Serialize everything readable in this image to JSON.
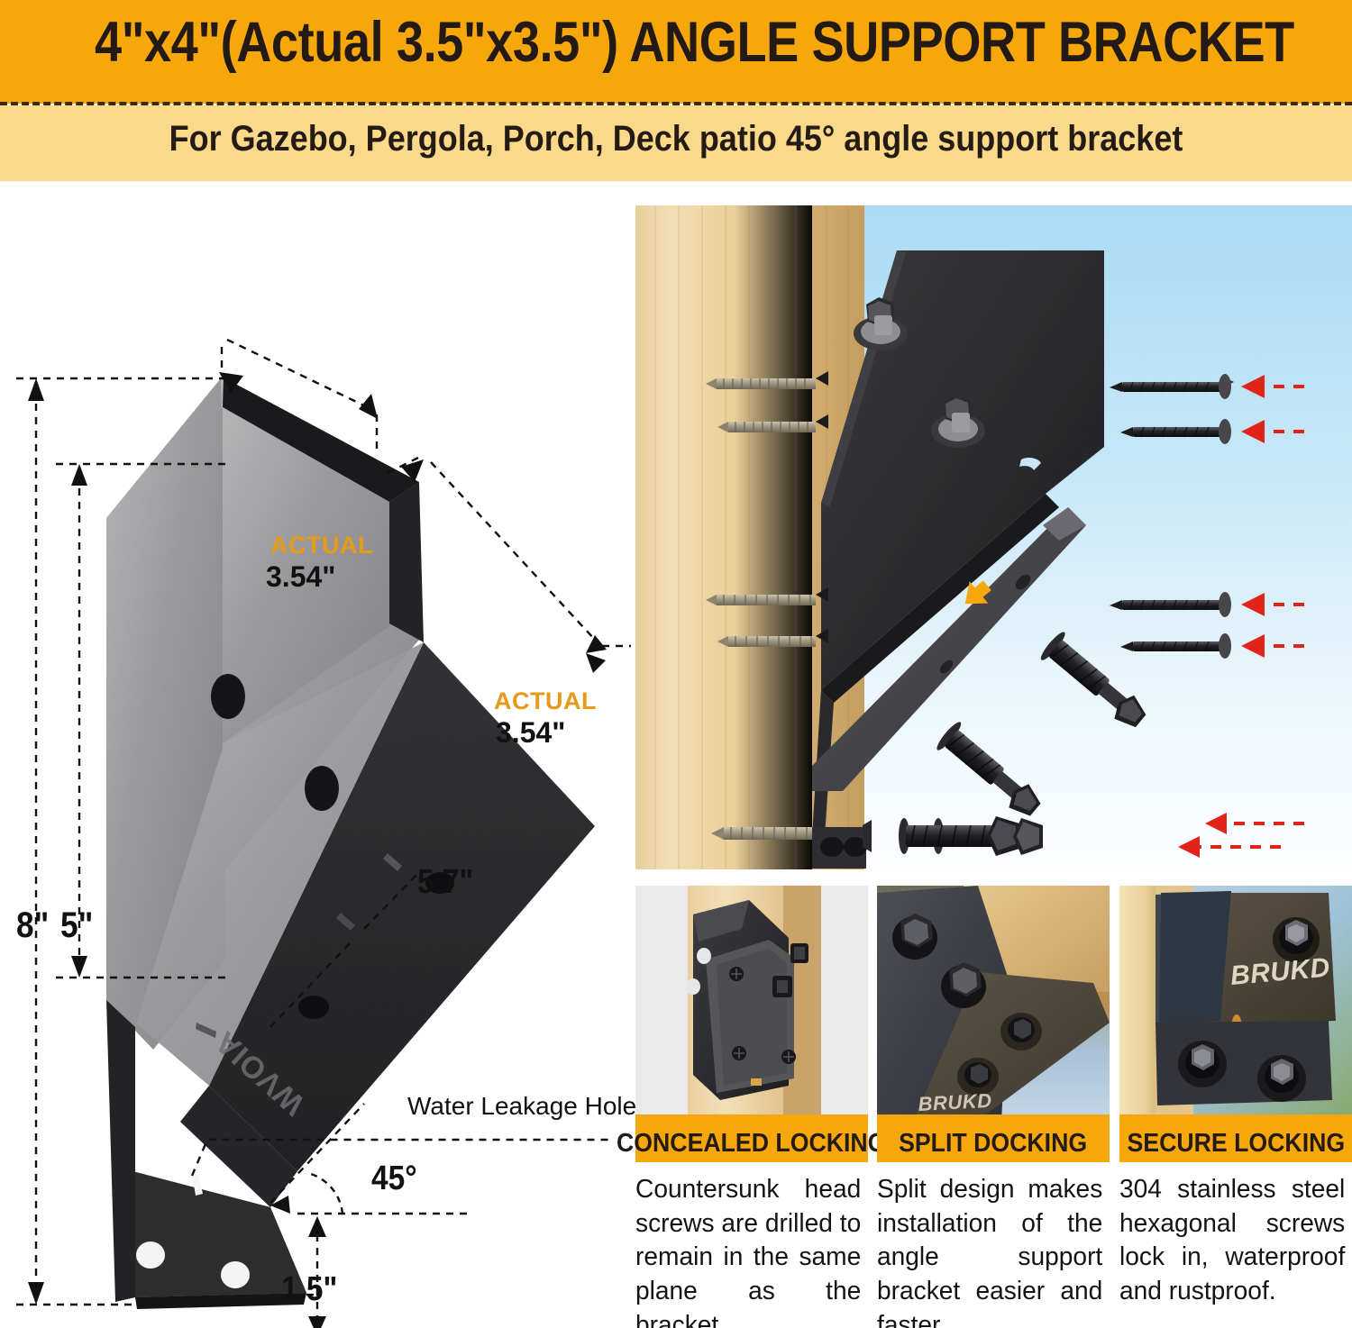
{
  "header": {
    "title": "4\"x4\"(Actual 3.5\"x3.5\") ANGLE SUPPORT BRACKET",
    "subtitle": "For Gazebo, Pergola, Porch, Deck patio 45° angle support bracket",
    "band_color": "#F5A70B",
    "sub_band_color": "#FAD98A"
  },
  "diagram": {
    "brand_mark": "WVOIA",
    "dimensions": {
      "actual_top_label": "ACTUAL",
      "actual_top_value": "3.54\"",
      "actual_right_label": "ACTUAL",
      "actual_right_value": "3.54\"",
      "overall_height": "8\"",
      "inner_height": "5\"",
      "arm_length": "5.7\"",
      "base_height": "1.5\"",
      "angle": "45°",
      "leak_hole": "Water Leakage Hole"
    },
    "accent_color": "#E79A18"
  },
  "install": {
    "arrow_color": "#E2231A",
    "highlight_arrow_color": "#F5A70B",
    "sky_top": "#A9DBF3",
    "sky_bottom": "#FDFEFF",
    "wood_color": "#E8C68A",
    "bracket_color": "#2E2E30"
  },
  "features": [
    {
      "title": "CONCEALED LOCKING",
      "description": "Countersunk head screws are drilled to remain in the same plane as the bracket."
    },
    {
      "title": "SPLIT DOCKING",
      "description": "Split design makes installation of the angle support bracket easier and faster."
    },
    {
      "title": "SECURE LOCKING",
      "description": "304 stainless steel hexagonal screws lock in, waterproof and rustproof.",
      "brand_mark": "BRUKD"
    }
  ]
}
